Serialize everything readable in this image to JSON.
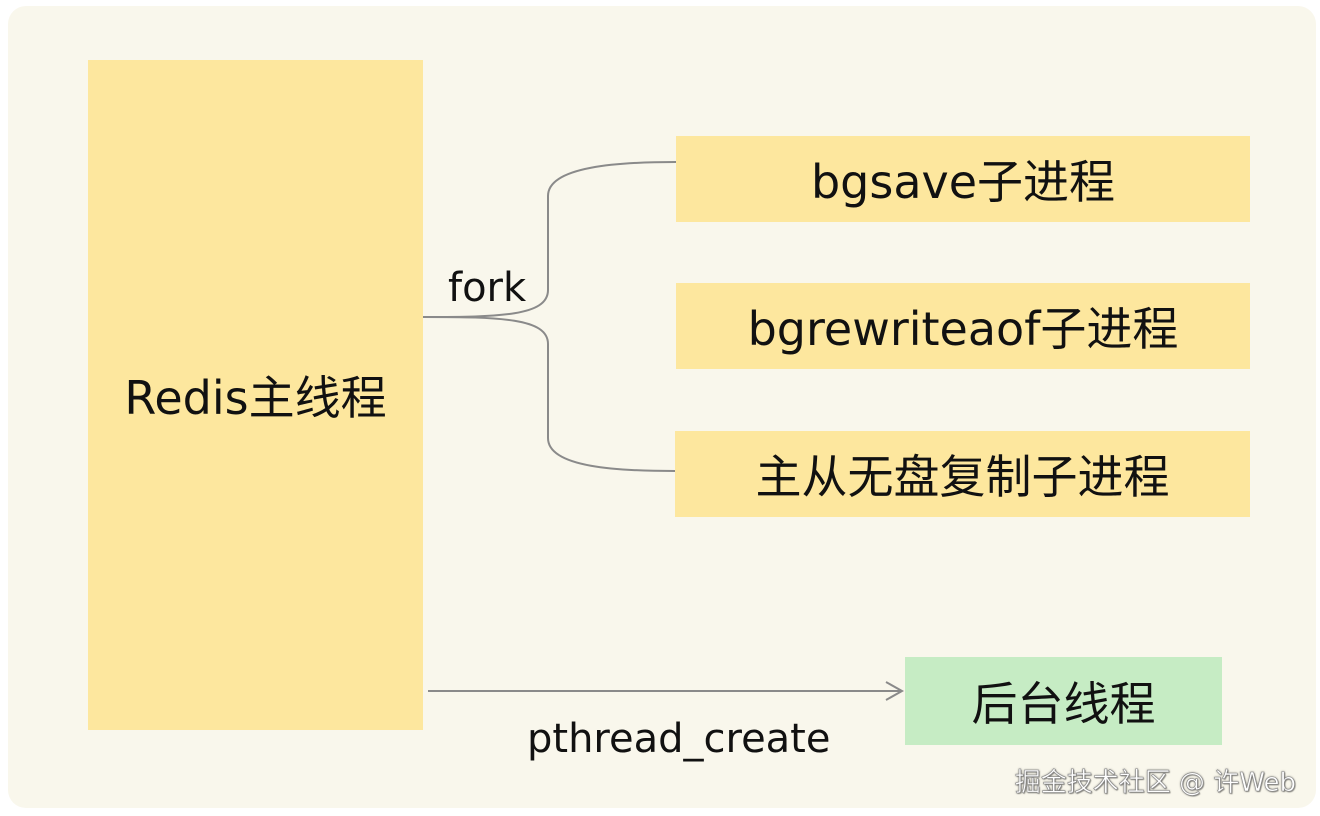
{
  "diagram": {
    "main_thread": "Redis主线程",
    "children": [
      "bgsave子进程",
      "bgrewriteaof子进程",
      "主从无盘复制子进程"
    ],
    "background_thread": "后台线程",
    "fork_label": "fork",
    "pthread_label": "pthread_create",
    "watermark": "掘金技术社区 @ 许Web"
  },
  "colors": {
    "background": "#f9f7ec",
    "process_box": "#fde79e",
    "thread_box": "#c6ecc4",
    "connector": "#8a8a8a"
  }
}
